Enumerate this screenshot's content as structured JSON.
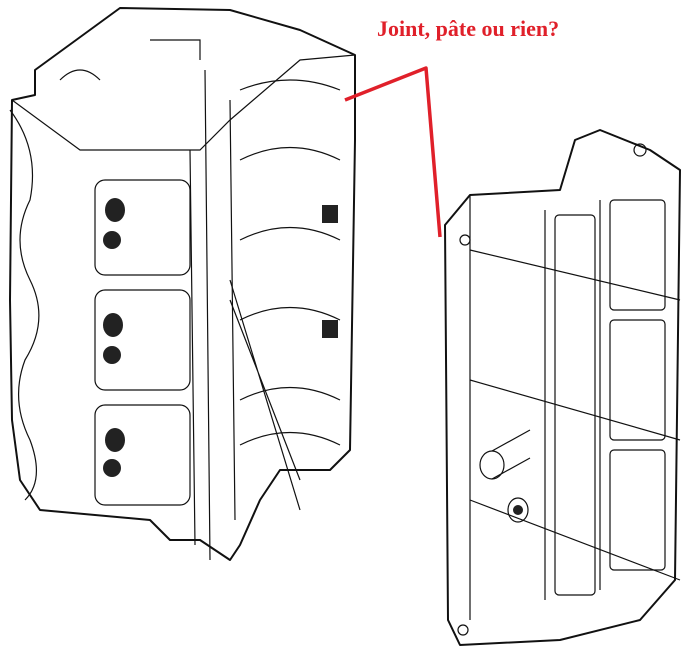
{
  "annotation": {
    "text": "Joint, pâte ou rien?",
    "color": "#e0202a"
  },
  "figures": {
    "engine_block": "engine-block-drawing",
    "cover": "block-cover-drawing"
  }
}
